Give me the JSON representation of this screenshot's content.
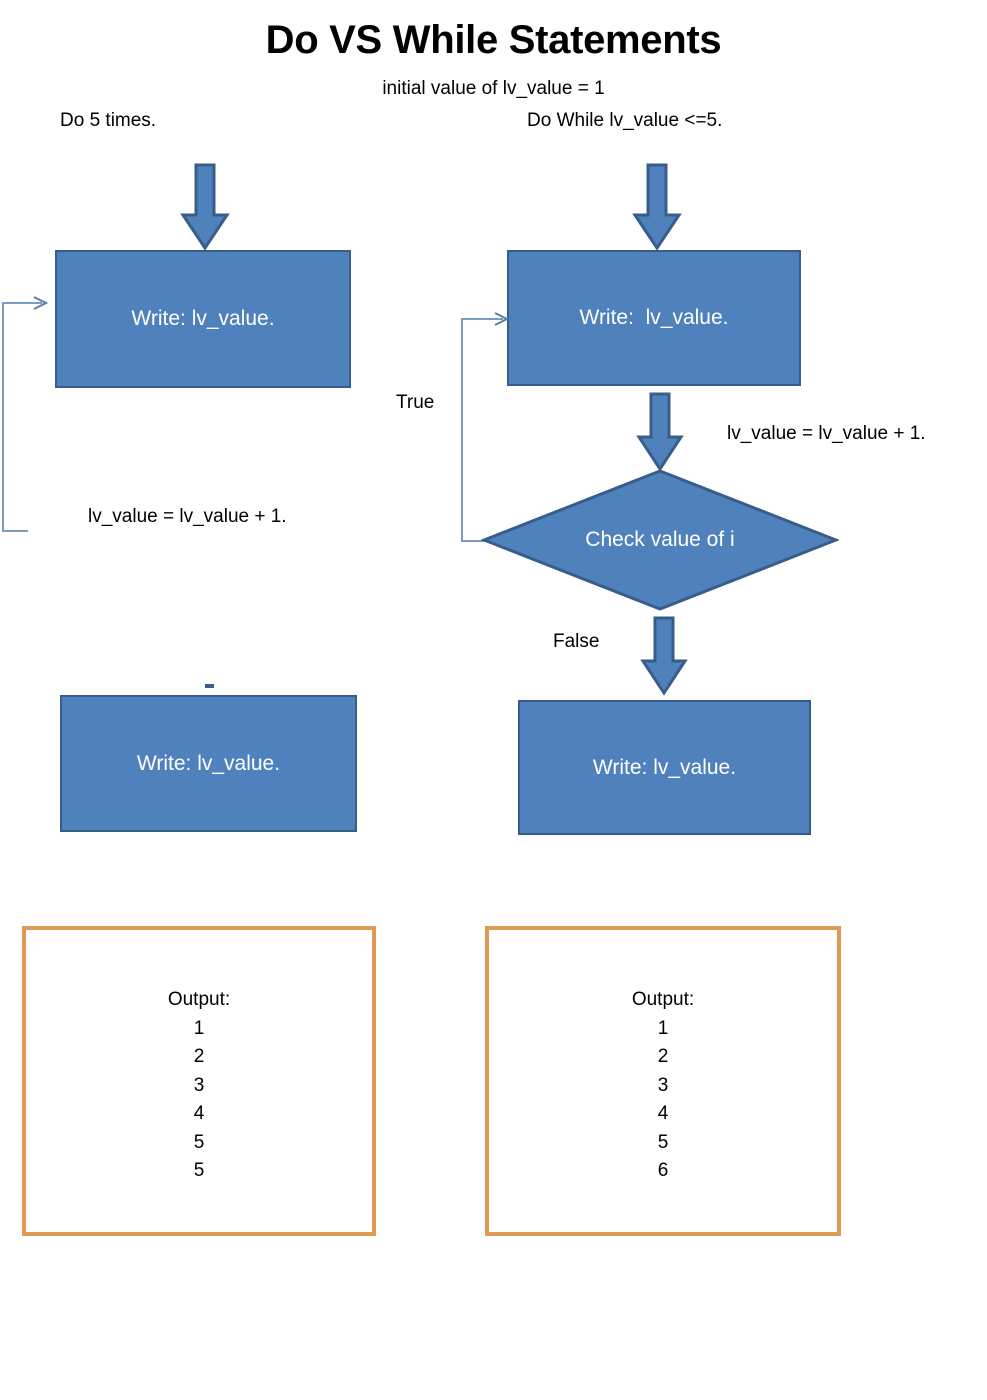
{
  "page": {
    "title": "Do VS While Statements",
    "subtitle": "initial value of lv_value = 1"
  },
  "left_flow": {
    "heading": "Do 5 times.",
    "arrow_in_icon": "down-block-arrow",
    "process_box_top": "Write: lv_value.",
    "loop_back_icon": "loop-back-arrow",
    "increment_label": "lv_value = lv_value + 1.",
    "process_box_bottom": "Write: lv_value."
  },
  "right_flow": {
    "heading": "Do While lv_value <=5.",
    "arrow_in_icon": "down-block-arrow",
    "process_box_top": "Write:  lv_value.",
    "arrow_to_decision_icon": "down-block-arrow",
    "increment_label": "lv_value = lv_value + 1.",
    "decision_label": "Check value of i",
    "true_label": "True",
    "loop_back_icon": "loop-back-arrow",
    "false_label": "False",
    "arrow_to_end_icon": "down-block-arrow",
    "process_box_bottom": "Write: lv_value."
  },
  "outputs": {
    "left": {
      "title": "Output:",
      "lines": [
        "1",
        "2",
        "3",
        "4",
        "5",
        "5"
      ]
    },
    "right": {
      "title": "Output:",
      "lines": [
        "1",
        "2",
        "3",
        "4",
        "5",
        "6"
      ]
    }
  },
  "colors": {
    "shape_fill": "#4F81BD",
    "shape_border": "#385D8A",
    "output_border": "#E09A53",
    "connector": "#7B9BC4",
    "text": "#000000",
    "shape_text": "#FFFFFF"
  }
}
